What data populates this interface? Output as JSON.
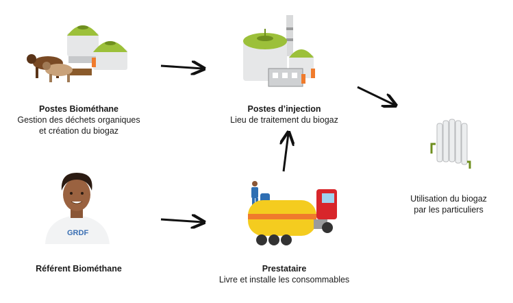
{
  "nodes": {
    "postes_biomethane": {
      "title": "Postes Biométhane",
      "line1": "Gestion des déchets organiques",
      "line2": "et création du biogaz"
    },
    "postes_injection": {
      "title": "Postes d’injection",
      "line1": "Lieu de traitement du biogaz"
    },
    "utilisation": {
      "line1": "Utilisation du biogaz",
      "line2": "par les particuliers"
    },
    "referent": {
      "title": "Référent Biométhane",
      "badge": "GRDF"
    },
    "prestataire": {
      "title": "Prestataire",
      "line1": "Livre et installe les consommables"
    }
  },
  "colors": {
    "green": "#9cc03a",
    "dark_green": "#6f8f1f",
    "grey": "#d9dadb",
    "orange": "#f07b2c",
    "yellow": "#f4cc1f",
    "red": "#d8262b",
    "arrow": "#111111"
  },
  "icons": [
    "biogas-farm-icon",
    "injection-plant-icon",
    "radiator-icon",
    "person-icon",
    "tanker-truck-icon"
  ]
}
